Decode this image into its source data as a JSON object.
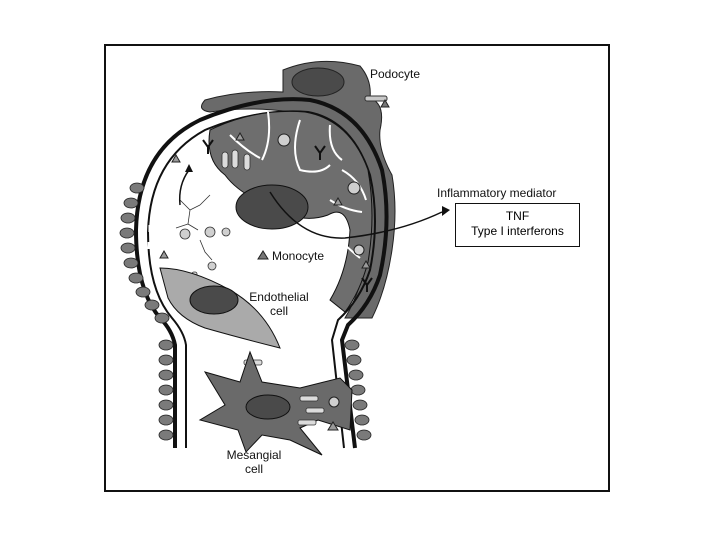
{
  "labels": {
    "podocyte": "Podocyte",
    "monocyte": "Monocyte",
    "endothelial_line1": "Endothelial",
    "endothelial_line2": "cell",
    "mesangial_line1": "Mesangial",
    "mesangial_line2": "cell",
    "mediator_title": "Inflammatory mediator"
  },
  "mediators": [
    "TNF",
    "Type I interferons"
  ],
  "colors": {
    "cell_dark": "#5a5a5a",
    "cell_mid": "#8a8a8a",
    "cell_light": "#c8c8c8",
    "nucleus": "#4a4a4a",
    "membrane": "#111111",
    "background": "#ffffff"
  }
}
